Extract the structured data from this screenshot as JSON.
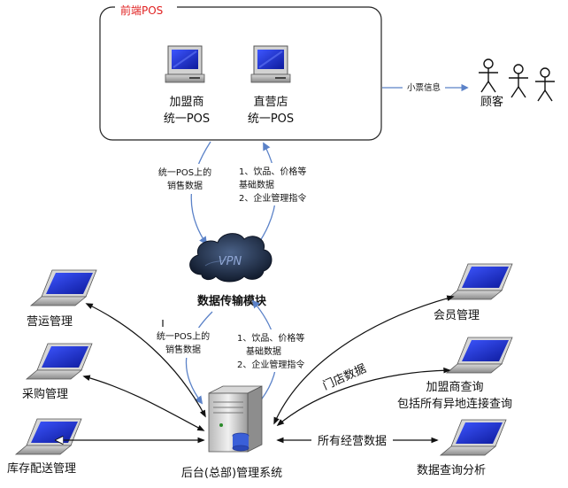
{
  "pos_group": {
    "title": "前端POS",
    "franchise_line1": "加盟商",
    "franchise_line2": "统一POS",
    "direct_line1": "直营店",
    "direct_line2": "统一POS"
  },
  "customer": {
    "label": "顾客",
    "link_label": "小票信息"
  },
  "upper_flow": {
    "sales_line1": "统一POS上的",
    "sales_line2": "销售数据",
    "basic_line1": "1、饮品、价格等",
    "basic_line2": "基础数据",
    "basic_line3": "2、企业管理指令"
  },
  "vpn": {
    "cloud_label": "VPN",
    "module_label": "数据传输模块"
  },
  "lower_flow": {
    "sales_line1": "统一POS上的",
    "sales_line2": "销售数据",
    "basic_line1": "1、饮品、价格等",
    "basic_line2": "基础数据",
    "basic_line3": "2、企业管理指令"
  },
  "backend": {
    "label": "后台(总部)管理系统"
  },
  "left_modules": {
    "operations": "营运管理",
    "purchasing": "采购管理",
    "inventory": "库存配送管理"
  },
  "right_modules": {
    "membership": "会员管理",
    "franchise_query_line1": "加盟商查询",
    "franchise_query_line2": "包括所有异地连接查询",
    "analysis": "数据查询分析",
    "store_data_label": "门店数据",
    "all_data_label": "所有经营数据"
  },
  "colors": {
    "accent_red": "#e02020",
    "arrow_blue": "#5b82c8",
    "screen_blue": "#1a2fd0",
    "cloud_dark": "#1e2c44"
  }
}
